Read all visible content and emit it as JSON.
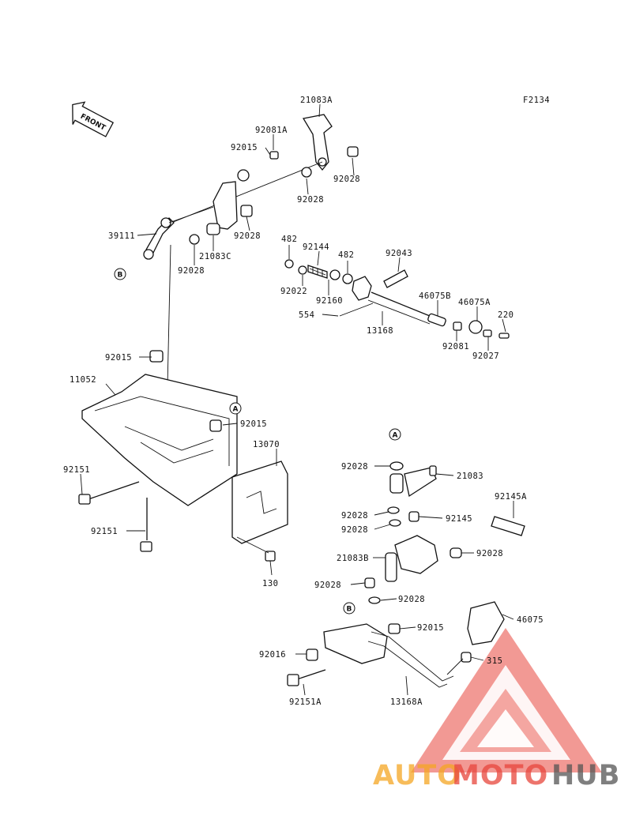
{
  "figure_code": "F2134",
  "front_label": "FRONT",
  "callouts": {
    "a": "A",
    "b": "B"
  },
  "parts": {
    "p21083A": "21083A",
    "p92081A": "92081A",
    "p92015_top": "92015",
    "p92028_a": "92028",
    "p92028_b": "92028",
    "p39111": "39111",
    "p92028_c": "92028",
    "p21083C": "21083C",
    "p92028_d": "92028",
    "p482_a": "482",
    "p92144": "92144",
    "p482_b": "482",
    "p92043": "92043",
    "p92022": "92022",
    "p92160": "92160",
    "p46075B": "46075B",
    "p46075A": "46075A",
    "p220": "220",
    "p554": "554",
    "p13168": "13168",
    "p92081": "92081",
    "p92027": "92027",
    "p92015_mid": "92015",
    "p11052": "11052",
    "p92015_right": "92015",
    "p13070": "13070",
    "p92151_a": "92151",
    "p92151_b": "92151",
    "p130": "130",
    "p92028_e": "92028",
    "p21083": "21083",
    "p92145A": "92145A",
    "p92028_f": "92028",
    "p92145": "92145",
    "p92028_g": "92028",
    "p21083B": "21083B",
    "p92028_h": "92028",
    "p92028_i": "92028",
    "p92028_j": "92028",
    "p46075": "46075",
    "p92015_low": "92015",
    "p315": "315",
    "p92016": "92016",
    "p92151A": "92151A",
    "p13168A": "13168A"
  },
  "logo": {
    "part1": "AUTO",
    "part2": "MOTO",
    "part3": "HUB"
  },
  "colors": {
    "logo_orange": "#f5a623",
    "logo_red": "#e8463c",
    "logo_gray": "#555555",
    "line": "#111111"
  }
}
